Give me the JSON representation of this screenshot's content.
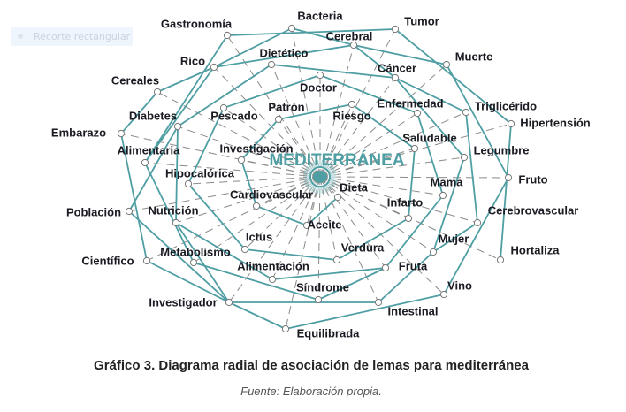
{
  "tool_overlay": {
    "label": "Recorte rectangular"
  },
  "center": {
    "title": "MEDITERRÁNEA"
  },
  "nodes": [
    "Gastronomía",
    "Bacteria",
    "Tumor",
    "Cerebral",
    "Muerte",
    "Rico",
    "Dietético",
    "Cáncer",
    "Cereales",
    "Doctor",
    "Enfermedad",
    "Triglicérido",
    "Hipertensión",
    "Diabetes",
    "Pescado",
    "Patrón",
    "Riesgo",
    "Saludable",
    "Legumbre",
    "Embarazo",
    "Alimentaria",
    "Investigación",
    "Fruto",
    "Hipocalórica",
    "Mama",
    "Dieta",
    "Cardiovascular",
    "Infarto",
    "Población",
    "Nutrición",
    "Cerebrovascular",
    "Aceite",
    "Ictus",
    "Verdura",
    "Mujer",
    "Hortaliza",
    "Científico",
    "Metabolismo",
    "Fruta",
    "Alimentación",
    "Vino",
    "Síndrome",
    "Investigador",
    "Intestinal",
    "Equilibrada"
  ],
  "edges": [
    [
      "Gastronomía",
      "Tumor"
    ],
    [
      "Gastronomía",
      "Alimentaria"
    ],
    [
      "Bacteria",
      "Cerebral"
    ],
    [
      "Bacteria",
      "Rico"
    ],
    [
      "Cerebral",
      "Muerte"
    ],
    [
      "Cerebral",
      "Cáncer"
    ],
    [
      "Rico",
      "Cerebral"
    ],
    [
      "Rico",
      "Cereales"
    ],
    [
      "Rico",
      "Alimentaria"
    ],
    [
      "Dietético",
      "Cáncer"
    ],
    [
      "Dietético",
      "Diabetes"
    ],
    [
      "Doctor",
      "Pescado"
    ],
    [
      "Doctor",
      "Enfermedad"
    ],
    [
      "Patrón",
      "Riesgo"
    ],
    [
      "Patrón",
      "Investigación"
    ],
    [
      "Riesgo",
      "Saludable"
    ],
    [
      "Cáncer",
      "Triglicérido"
    ],
    [
      "Cáncer",
      "Legumbre"
    ],
    [
      "Tumor",
      "Hipertensión"
    ],
    [
      "Hipertensión",
      "Hortaliza"
    ],
    [
      "Muerte",
      "Fruto"
    ],
    [
      "Fruto",
      "Vino"
    ],
    [
      "Triglicérido",
      "Cerebrovascular"
    ],
    [
      "Enfermedad",
      "Mama"
    ],
    [
      "Saludable",
      "Infarto"
    ],
    [
      "Legumbre",
      "Mujer"
    ],
    [
      "Mama",
      "Fruta"
    ],
    [
      "Infarto",
      "Verdura"
    ],
    [
      "Dieta",
      "Aceite"
    ],
    [
      "Aceite",
      "Cardiovascular"
    ],
    [
      "Cardiovascular",
      "Investigación"
    ],
    [
      "Ictus",
      "Verdura"
    ],
    [
      "Alimentación",
      "Fruta"
    ],
    [
      "Metabolismo",
      "Síndrome"
    ],
    [
      "Síndrome",
      "Fruta"
    ],
    [
      "Mujer",
      "Cerebrovascular"
    ],
    [
      "Investigador",
      "Intestinal"
    ],
    [
      "Intestinal",
      "Mujer"
    ],
    [
      "Nutrición",
      "Alimentación"
    ],
    [
      "Nutrición",
      "Diabetes"
    ],
    [
      "Nutrición",
      "Investigador"
    ],
    [
      "Alimentaria",
      "Metabolismo"
    ],
    [
      "Hipocalórica",
      "Ictus"
    ],
    [
      "Hipocalórica",
      "Pescado"
    ],
    [
      "Población",
      "Investigador"
    ],
    [
      "Población",
      "Diabetes"
    ],
    [
      "Científico",
      "Embarazo"
    ],
    [
      "Embarazo",
      "Cereales"
    ],
    [
      "Vino",
      "Equilibrada"
    ],
    [
      "Equilibrada",
      "Investigador"
    ],
    [
      "Investigador",
      "Científico"
    ]
  ],
  "caption": "Gráfico 3. Diagrama radial de asociación de lemas para mediterránea",
  "source": "Fuente: Elaboración propia.",
  "colors": {
    "line": "#4e9ea3",
    "ray": "#8a8a8a",
    "accent": "#4e9ea3"
  }
}
